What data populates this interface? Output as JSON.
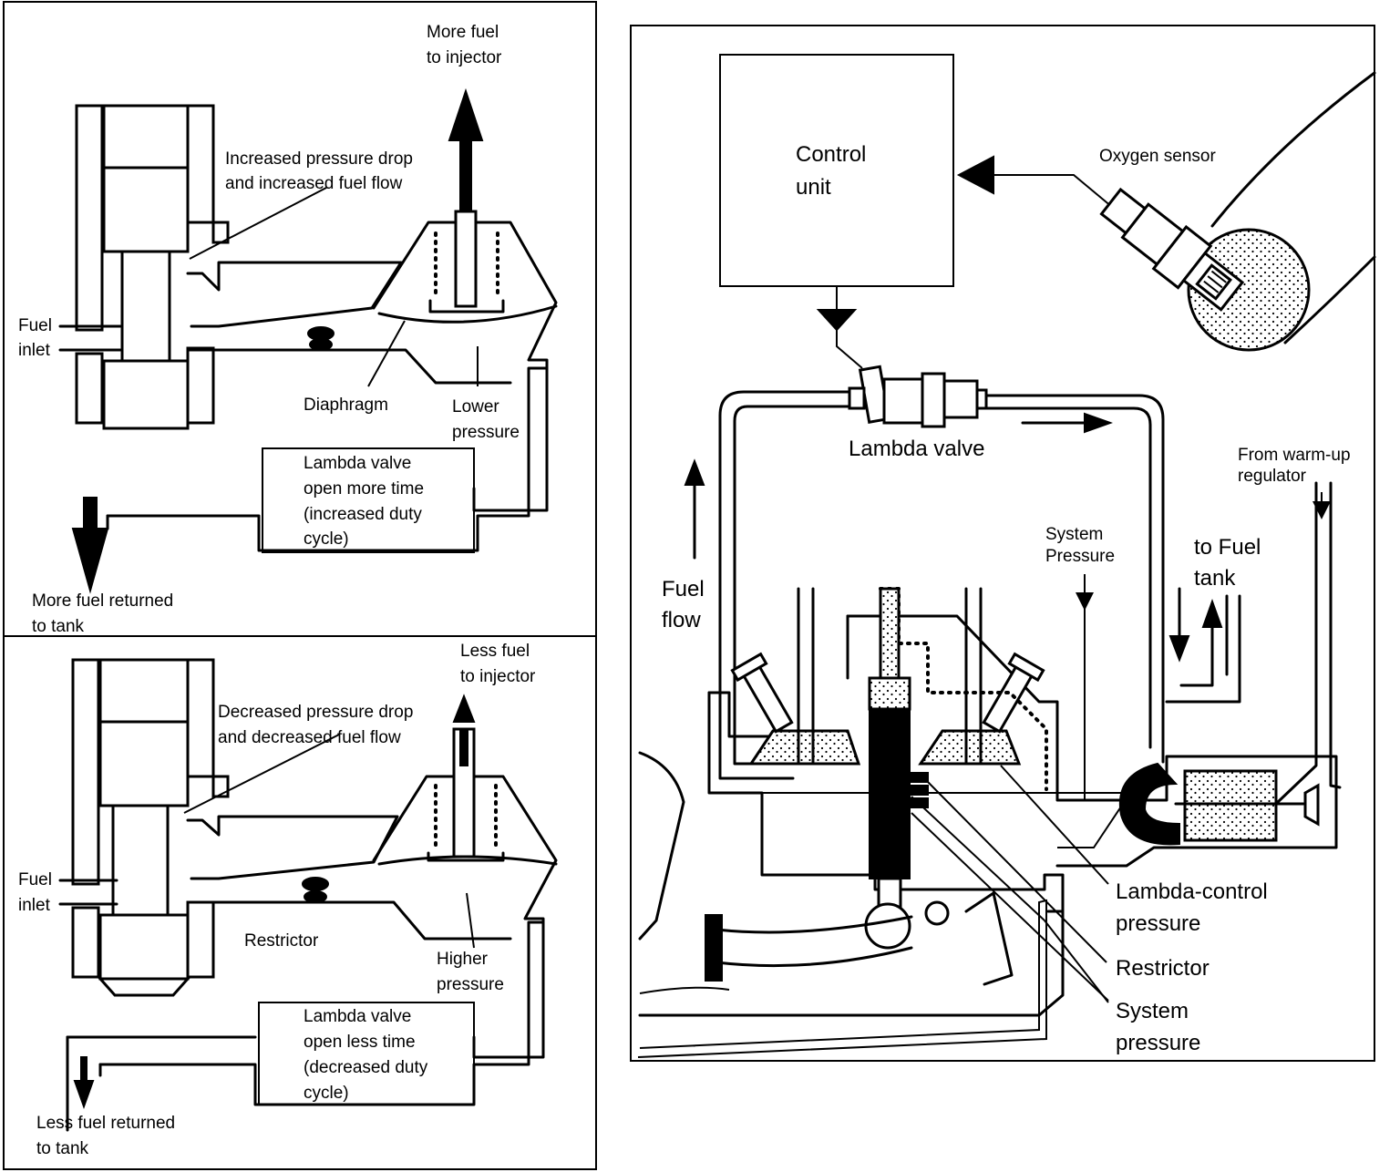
{
  "top_panel": {
    "more_fuel_injector": [
      "More fuel",
      "to injector"
    ],
    "increased_drop": [
      "Increased pressure drop",
      "and increased fuel flow"
    ],
    "fuel_inlet": [
      "Fuel",
      "inlet"
    ],
    "diaphragm": "Diaphragm",
    "lower_pressure": [
      "Lower",
      "pressure"
    ],
    "lambda_valve_open_more": [
      "Lambda valve",
      "open more time",
      "(increased duty",
      "cycle)"
    ],
    "more_fuel_returned": [
      "More fuel returned",
      "to tank"
    ]
  },
  "bottom_panel": {
    "less_fuel_injector": [
      "Less fuel",
      "to injector"
    ],
    "decreased_drop": [
      "Decreased pressure drop",
      "and decreased fuel flow"
    ],
    "fuel_inlet": [
      "Fuel",
      "inlet"
    ],
    "restrictor": "Restrictor",
    "higher_pressure": [
      "Higher",
      "pressure"
    ],
    "lambda_valve_open_less": [
      "Lambda valve",
      "open less time",
      "(decreased duty",
      "cycle)"
    ],
    "less_fuel_returned": [
      "Less fuel returned",
      "to tank"
    ]
  },
  "right_panel": {
    "control_unit": [
      "Control",
      "unit"
    ],
    "oxygen_sensor": "Oxygen sensor",
    "lambda_valve": "Lambda valve",
    "from_warmup": [
      "From warm-up",
      "regulator"
    ],
    "system_pressure_top": [
      "System",
      "Pressure"
    ],
    "to_fuel_tank": [
      "to Fuel",
      "tank"
    ],
    "fuel_flow": [
      "Fuel",
      "flow"
    ],
    "lambda_control_pressure": [
      "Lambda-control",
      "pressure"
    ],
    "restrictor": "Restrictor",
    "system_pressure_bottom": [
      "System",
      "pressure"
    ]
  }
}
